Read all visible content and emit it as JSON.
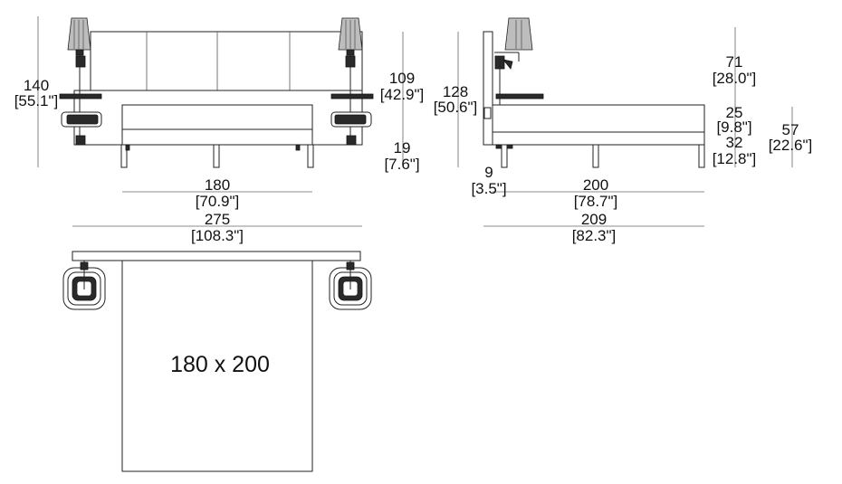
{
  "front_view": {
    "total_height": "140",
    "total_height_in": "[55.1\"]",
    "headboard_height": "109",
    "headboard_height_in": "[42.9\"]",
    "leg_height": "19",
    "leg_height_in": "[7.6\"]",
    "mattress_width": "180",
    "mattress_width_in": "[70.9\"]",
    "overall_width": "275",
    "overall_width_in": "[108.3\"]"
  },
  "side_view": {
    "total_height": "128",
    "total_height_in": "[50.6\"]",
    "upper_height": "71",
    "upper_height_in": "[28.0\"]",
    "mattress_height": "25",
    "mattress_height_in": "[9.8\"]",
    "base_height": "32",
    "base_height_in": "[12.8\"]",
    "seat_height": "57",
    "seat_height_in": "[22.6\"]",
    "headboard_depth": "9",
    "headboard_depth_in": "[3.5\"]",
    "mattress_length": "200",
    "mattress_length_in": "[78.7\"]",
    "overall_length": "209",
    "overall_length_in": "[82.3\"]"
  },
  "plan_view": {
    "size_label": "180 x 200"
  }
}
